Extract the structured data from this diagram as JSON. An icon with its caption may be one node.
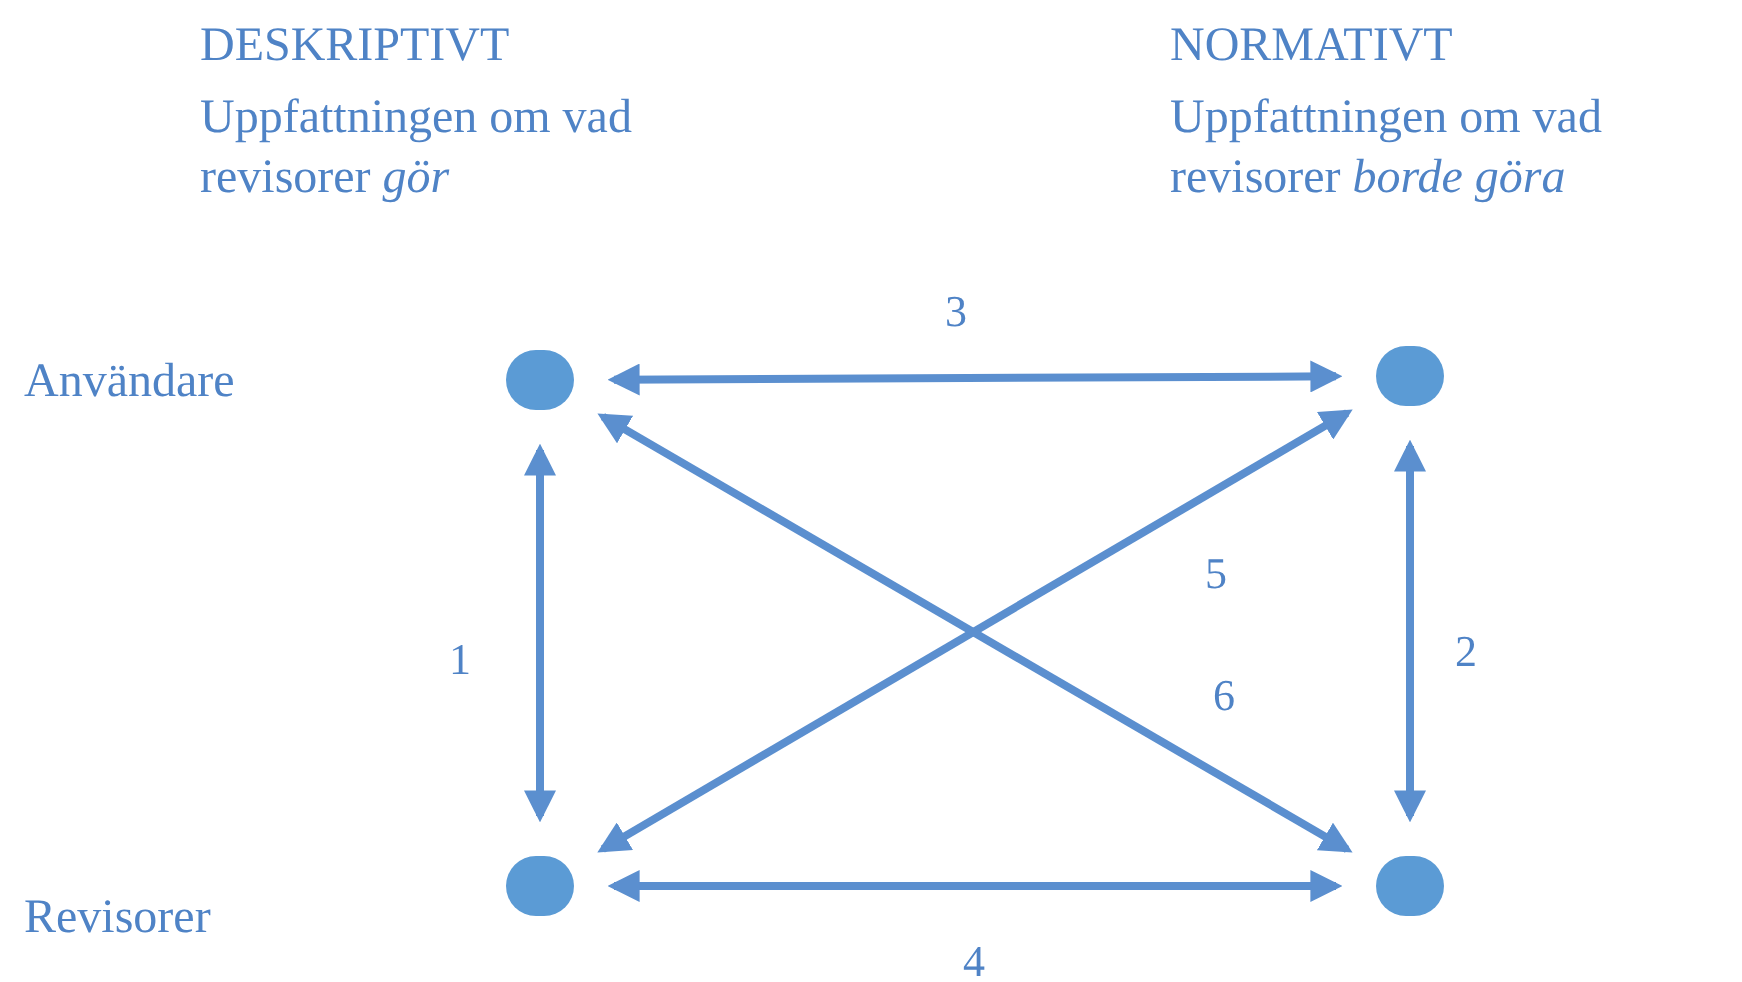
{
  "diagram": {
    "nodes": [
      {
        "text": [],
        "shape": "circle"
      },
      {
        "text": [],
        "shape": "circle"
      },
      {
        "text": [],
        "shape": "circle"
      },
      {
        "text": [],
        "shape": "circle"
      }
    ],
    "edges": [
      {
        "from": 0,
        "to": 2,
        "arrow": "both",
        "label": "1"
      },
      {
        "from": 1,
        "to": 3,
        "arrow": "both",
        "label": "2"
      },
      {
        "from": 0,
        "to": 1,
        "arrow": "both",
        "label": "3"
      },
      {
        "from": 2,
        "to": 3,
        "arrow": "both",
        "label": "4"
      },
      {
        "from": 2,
        "to": 1,
        "arrow": "both",
        "label": "5"
      },
      {
        "from": 0,
        "to": 3,
        "arrow": "both",
        "label": "6"
      }
    ],
    "labels": [
      "DESKRIPTIVT",
      "Uppfattningen om vad revisorer *gör*",
      "NORMATIVT",
      "Uppfattningen om vad revisorer *borde göra*",
      "Användare",
      "Revisorer"
    ]
  }
}
